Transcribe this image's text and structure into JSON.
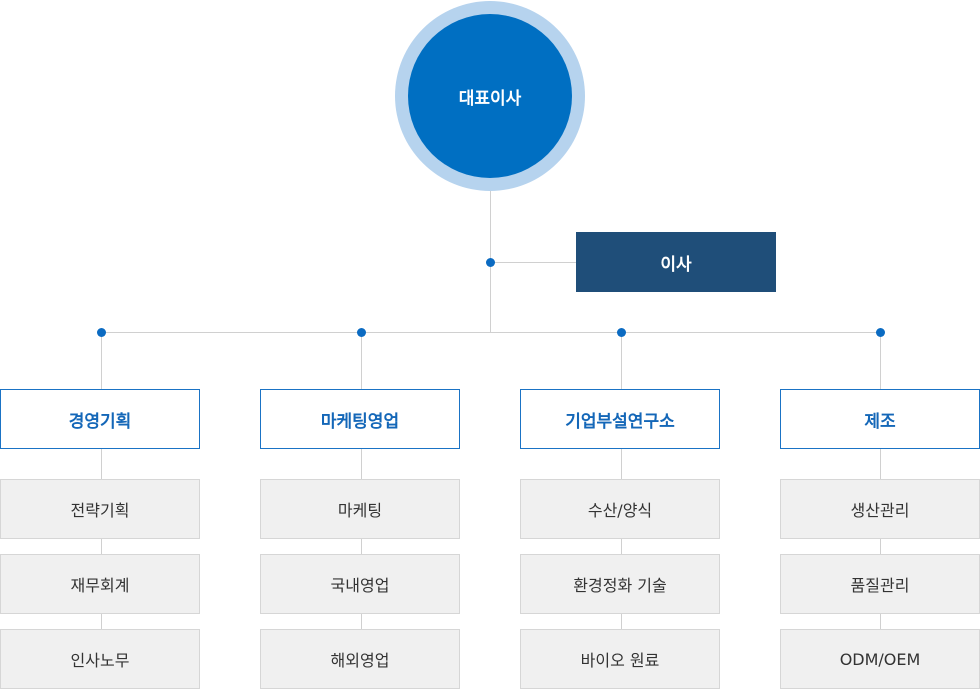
{
  "ceo": {
    "label": "대표이사"
  },
  "director": {
    "label": "이사"
  },
  "departments": [
    {
      "label": "경영기획",
      "items": [
        "전략기획",
        "재무회계",
        "인사노무"
      ]
    },
    {
      "label": "마케팅영업",
      "items": [
        "마케팅",
        "국내영업",
        "해외영업"
      ]
    },
    {
      "label": "기업부설연구소",
      "items": [
        "수산/양식",
        "환경정화 기술",
        "바이오 원료"
      ]
    },
    {
      "label": "제조",
      "items": [
        "생산관리",
        "품질관리",
        "ODM/OEM"
      ]
    }
  ],
  "colors": {
    "ceo_outer": "#b6d3ee",
    "ceo_inner": "#006fc2",
    "director": "#1f4e79",
    "dept_border": "#1a73c5",
    "dot": "#0b6bc2"
  }
}
